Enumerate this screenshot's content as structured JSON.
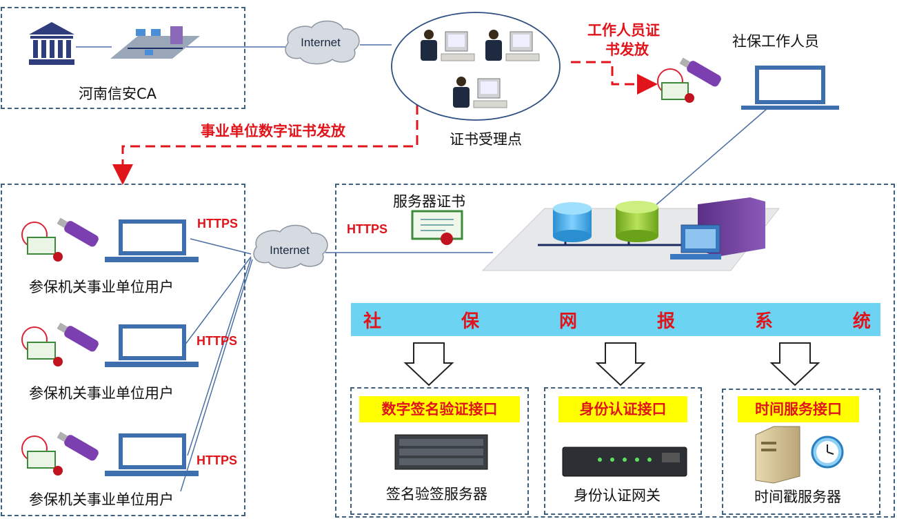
{
  "ca": {
    "label": "河南信安CA"
  },
  "internet": {
    "label": "Internet"
  },
  "acceptance": {
    "label": "证书受理点"
  },
  "staff_issue": {
    "line1": "工作人员证",
    "line2": "书发放"
  },
  "staff": {
    "label": "社保工作人员"
  },
  "unit_issue": {
    "label": "事业单位数字证书发放"
  },
  "users": [
    {
      "label": "参保机关事业单位用户",
      "protocol": "HTTPS"
    },
    {
      "label": "参保机关事业单位用户",
      "protocol": "HTTPS"
    },
    {
      "label": "参保机关事业单位用户",
      "protocol": "HTTPS"
    }
  ],
  "server_cert": {
    "label": "服务器证书",
    "protocol": "HTTPS"
  },
  "system": {
    "chars": [
      "社",
      "保",
      "网",
      "报",
      "系",
      "统"
    ]
  },
  "interfaces": [
    {
      "title": "数字签名验证接口",
      "server": "签名验签服务器"
    },
    {
      "title": "身份认证接口",
      "server": "身份认证网关"
    },
    {
      "title": "时间服务接口",
      "server": "时间戳服务器"
    }
  ],
  "colors": {
    "accent_red": "#e0141a",
    "bar_blue": "#6dd3f2",
    "label_yellow": "#ffff00",
    "border": "#3f5f7f"
  }
}
